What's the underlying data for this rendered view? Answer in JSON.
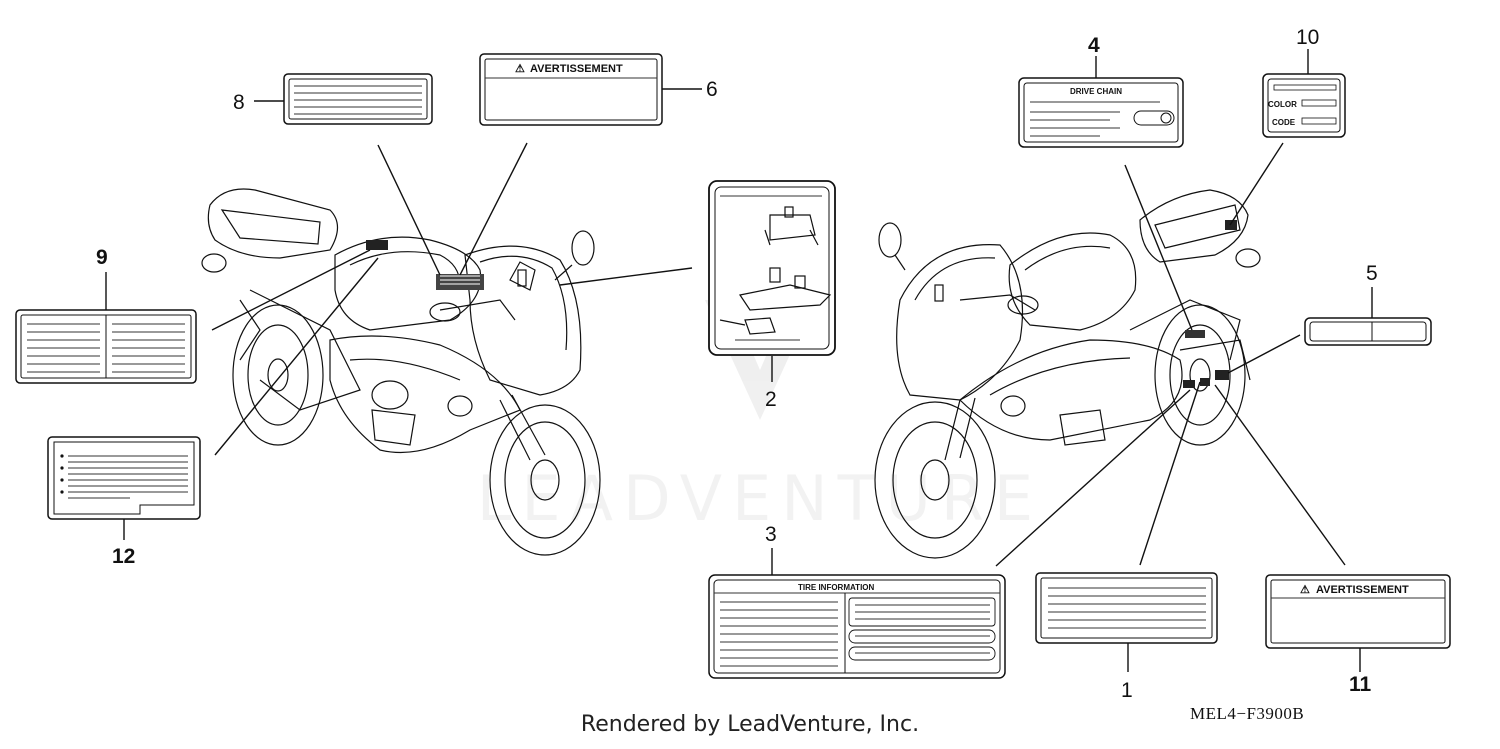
{
  "diagram": {
    "callouts": {
      "c1": "1",
      "c2": "2",
      "c3": "3",
      "c4": "4",
      "c5": "5",
      "c6": "6",
      "c7": "8",
      "c8": "9",
      "c9": "10",
      "c10": "11",
      "c11": "12"
    },
    "labels": {
      "warning_left": "AVERTISSEMENT",
      "warning_right": "AVERTISSEMENT",
      "drive_chain": "DRIVE CHAIN",
      "tire_info": "TIRE INFORMATION",
      "color": "COLOR",
      "code": "CODE",
      "warning_symbol": "⚠"
    },
    "watermark": "LEADVENTURE",
    "part_code": "MEL4−F3900B",
    "footer": "Rendered by LeadVenture, Inc."
  }
}
